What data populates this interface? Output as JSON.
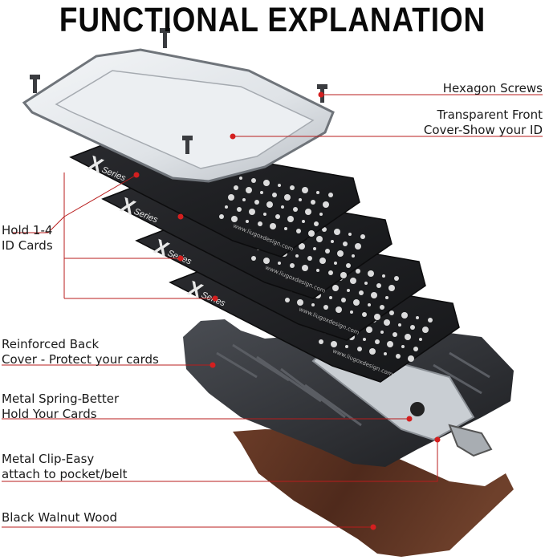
{
  "title": "FUNCTIONAL EXPLANATION",
  "labels": {
    "hexagon_screws": "Hexagon Screws",
    "front_cover_1": "Transparent Front",
    "front_cover_2": "Cover-Show your ID",
    "cards_1": "Hold 1-4",
    "cards_2": "ID Cards",
    "back_cover_1": "Reinforced Back",
    "back_cover_2": "Cover - Protect your cards",
    "spring_1": "Metal Spring-Better",
    "spring_2": "Hold Your Cards",
    "clip_1": "Metal Clip-Easy",
    "clip_2": "attach to pocket/belt",
    "wood": "Black Walnut Wood"
  },
  "card_text": {
    "brand": "Series",
    "url": "www.liugoxdesign.com"
  },
  "colors": {
    "leader": "#b81c1c",
    "dot": "#d41f1f",
    "card": "#1f2023",
    "wood": "#5a3222",
    "frame": "#2a2c30"
  }
}
